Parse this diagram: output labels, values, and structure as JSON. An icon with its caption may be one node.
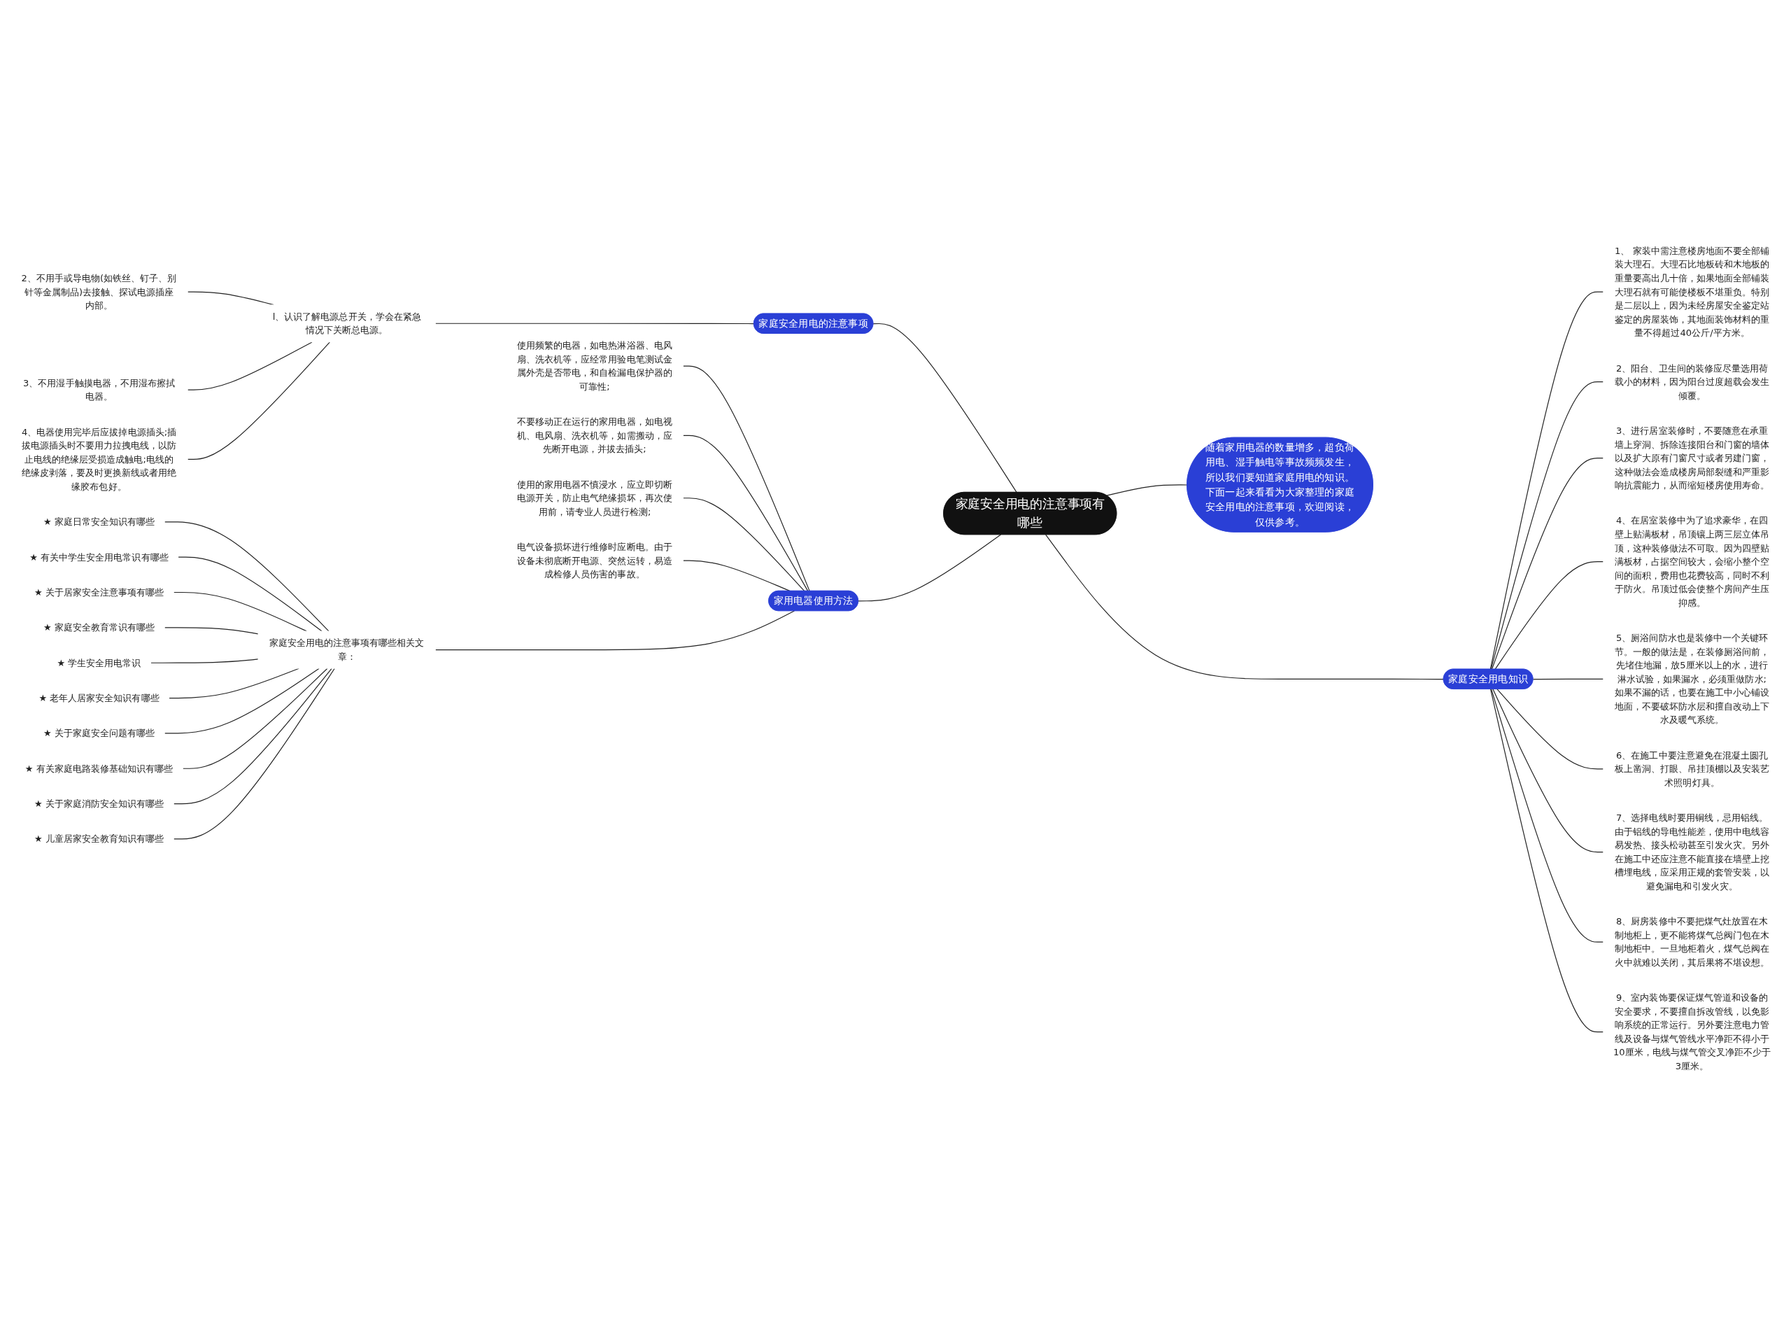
{
  "diagram": {
    "nodes": [
      {
        "text": [
          "家庭安全用电的注意事项有哪些"
        ]
      },
      {
        "text": [
          "家庭安全用电的注意事项"
        ]
      },
      {
        "text": [
          "l、认识了解电源总开关，学会在紧急情况下关断总电源。"
        ]
      },
      {
        "text": [
          "2、不用手或导电物(如铁丝、钉子、别针等金属制品)去接触、探试电源插座内部。"
        ]
      },
      {
        "text": [
          "3、不用湿手触摸电器，不用湿布擦拭电器。"
        ]
      },
      {
        "text": [
          "4、电器使用完毕后应拔掉电源插头;插拔电源插头时不要用力拉拽电线，以防止电线的绝缘层受损造成触电;电线的绝缘皮剥落，要及时更换新线或者用绝缘胶布包好。"
        ]
      },
      {
        "text": [
          "家用电器使用方法"
        ]
      },
      {
        "text": [
          "使用频繁的电器，如电热淋浴器、电风扇、洗衣机等，应经常用验电笔测试金属外壳是否带电，和自检漏电保护器的可靠性;"
        ]
      },
      {
        "text": [
          "不要移动正在运行的家用电器，如电视机、电风扇、洗衣机等，如需搬动，应先断开电源，并拔去插头;"
        ]
      },
      {
        "text": [
          "使用的家用电器不慎浸水，应立即切断电源开关，防止电气绝缘损坏，再次使用前，请专业人员进行检测;"
        ]
      },
      {
        "text": [
          "电气设备损坏进行维修时应断电。由于设备未彻底断开电源、突然运转，易造成检修人员伤害的事故。"
        ]
      },
      {
        "text": [
          "家庭安全用电的注意事项有哪些相关文章："
        ]
      },
      {
        "text": [
          "★ 家庭日常安全知识有哪些"
        ]
      },
      {
        "text": [
          "★ 有关中学生安全用电常识有哪些"
        ]
      },
      {
        "text": [
          "★ 关于居家安全注意事项有哪些"
        ]
      },
      {
        "text": [
          "★ 家庭安全教育常识有哪些"
        ]
      },
      {
        "text": [
          "★ 学生安全用电常识"
        ]
      },
      {
        "text": [
          "★ 老年人居家安全知识有哪些"
        ]
      },
      {
        "text": [
          "★ 关于家庭安全问题有哪些"
        ]
      },
      {
        "text": [
          "★ 有关家庭电路装修基础知识有哪些"
        ]
      },
      {
        "text": [
          "★ 关于家庭消防安全知识有哪些"
        ]
      },
      {
        "text": [
          "★ 儿童居家安全教育知识有哪些"
        ]
      },
      {
        "text": [
          "随着家用电器的数量增多，超负荷用电、湿手触电等事故频频发生，所以我们要知道家庭用电的知识。下面一起来看看为大家整理的家庭安全用电的注意事项，欢迎阅读，仅供参考。"
        ]
      },
      {
        "text": [
          "家庭安全用电知识"
        ]
      },
      {
        "text": [
          "1、 家装中需注意楼房地面不要全部铺装大理石。大理石比地板砖和木地板的重量要高出几十倍，如果地面全部铺装大理石就有可能使楼板不堪重负。特别是二层以上，因为未经房屋安全鉴定站鉴定的房屋装饰，其地面装饰材料的重量不得超过40公斤/平方米。"
        ]
      },
      {
        "text": [
          "2、阳台、卫生间的装修应尽量选用荷载小的材料，因为阳台过度超载会发生倾覆。"
        ]
      },
      {
        "text": [
          "3、进行居室装修时，不要随意在承重墙上穿洞、拆除连接阳台和门窗的墙体以及扩大原有门窗尺寸或者另建门窗，这种做法会造成楼房局部裂缝和严重影响抗震能力，从而缩短楼房使用寿命。"
        ]
      },
      {
        "text": [
          "4、在居室装修中为了追求豪华，在四壁上贴满板材，吊顶镶上两三层立体吊顶，这种装修做法不可取。因为四壁贴满板材，占据空间较大，会缩小整个空间的面积，费用也花费较高，同时不利于防火。吊顶过低会使整个房间产生压抑感。"
        ]
      },
      {
        "text": [
          "5、厕浴间防水也是装修中一个关键环节。一般的做法是，在装修厕浴间前，先堵住地漏，放5厘米以上的水，进行淋水试验，如果漏水，必须重做防水;如果不漏的话，也要在施工中小心铺设地面，不要破坏防水层和擅自改动上下水及暖气系统。"
        ]
      },
      {
        "text": [
          "6、在施工中要注意避免在混凝土圆孔板上凿洞、打眼、吊挂顶棚以及安装艺术照明灯具。"
        ]
      },
      {
        "text": [
          "7、选择电线时要用铜线，忌用铝线。由于铝线的导电性能差，使用中电线容易发热、接头松动甚至引发火灾。另外在施工中还应注意不能直接在墙壁上挖槽埋电线，应采用正规的套管安装，以避免漏电和引发火灾。"
        ]
      },
      {
        "text": [
          "8、厨房装修中不要把煤气灶放置在木制地柜上，更不能将煤气总阀门包在木制地柜中。一旦地柜着火，煤气总阀在火中就难以关闭，其后果将不堪设想。"
        ]
      },
      {
        "text": [
          "9、室内装饰要保证煤气管道和设备的安全要求，不要擅自拆改管线，以免影响系统的正常运行。另外要注意电力管线及设备与煤气管线水平净距不得小于10厘米，电线与煤气管交叉净距不少于3厘米。"
        ]
      }
    ],
    "edges": [
      {
        "from": 0,
        "to": 1,
        "arrow": "none"
      },
      {
        "from": 1,
        "to": 2,
        "arrow": "none"
      },
      {
        "from": 2,
        "to": 3,
        "arrow": "none"
      },
      {
        "from": 2,
        "to": 4,
        "arrow": "none"
      },
      {
        "from": 2,
        "to": 5,
        "arrow": "none"
      },
      {
        "from": 0,
        "to": 6,
        "arrow": "none"
      },
      {
        "from": 6,
        "to": 7,
        "arrow": "none"
      },
      {
        "from": 6,
        "to": 8,
        "arrow": "none"
      },
      {
        "from": 6,
        "to": 9,
        "arrow": "none"
      },
      {
        "from": 6,
        "to": 10,
        "arrow": "none"
      },
      {
        "from": 6,
        "to": 11,
        "arrow": "none"
      },
      {
        "from": 11,
        "to": 12,
        "arrow": "none"
      },
      {
        "from": 11,
        "to": 13,
        "arrow": "none"
      },
      {
        "from": 11,
        "to": 14,
        "arrow": "none"
      },
      {
        "from": 11,
        "to": 15,
        "arrow": "none"
      },
      {
        "from": 11,
        "to": 16,
        "arrow": "none"
      },
      {
        "from": 11,
        "to": 17,
        "arrow": "none"
      },
      {
        "from": 11,
        "to": 18,
        "arrow": "none"
      },
      {
        "from": 11,
        "to": 19,
        "arrow": "none"
      },
      {
        "from": 11,
        "to": 20,
        "arrow": "none"
      },
      {
        "from": 11,
        "to": 21,
        "arrow": "none"
      },
      {
        "from": 0,
        "to": 22,
        "arrow": "none"
      },
      {
        "from": 0,
        "to": 23,
        "arrow": "none"
      },
      {
        "from": 23,
        "to": 24,
        "arrow": "none"
      },
      {
        "from": 23,
        "to": 25,
        "arrow": "none"
      },
      {
        "from": 23,
        "to": 26,
        "arrow": "none"
      },
      {
        "from": 23,
        "to": 27,
        "arrow": "none"
      },
      {
        "from": 23,
        "to": 28,
        "arrow": "none"
      },
      {
        "from": 23,
        "to": 29,
        "arrow": "none"
      },
      {
        "from": 23,
        "to": 30,
        "arrow": "none"
      },
      {
        "from": 23,
        "to": 31,
        "arrow": "none"
      },
      {
        "from": 23,
        "to": 32,
        "arrow": "none"
      }
    ]
  }
}
